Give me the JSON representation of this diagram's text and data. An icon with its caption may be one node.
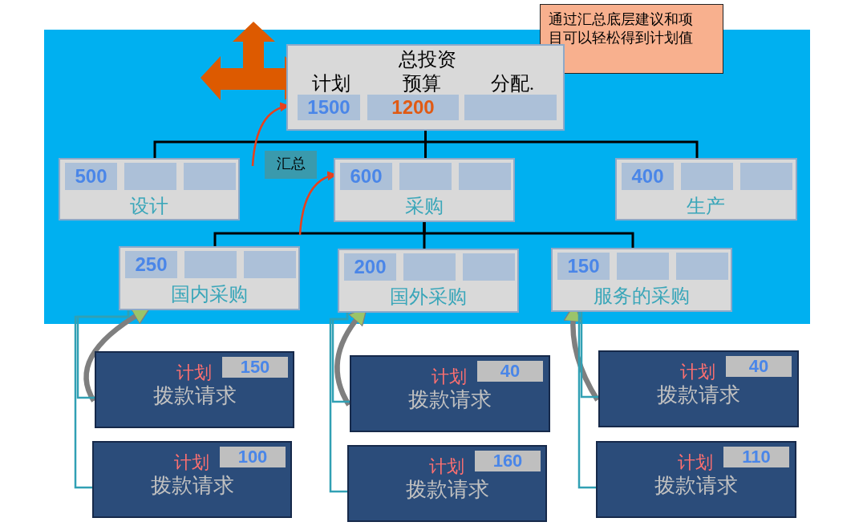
{
  "diagram": {
    "nodes": [
      {
        "text": [
          "通过汇总底层建议和项目可以轻松得到计划值"
        ]
      },
      {
        "text": [
          "总投资",
          "计划",
          "预算",
          "分配.",
          "1500",
          "1200"
        ]
      },
      {
        "text": [
          "500",
          "设计"
        ]
      },
      {
        "text": [
          "汇总"
        ]
      },
      {
        "text": [
          "600",
          "采购"
        ]
      },
      {
        "text": [
          "400",
          "生产"
        ]
      },
      {
        "text": [
          "250",
          "国内采购"
        ]
      },
      {
        "text": [
          "200",
          "国外采购"
        ]
      },
      {
        "text": [
          "150",
          "服务的采购"
        ]
      },
      {
        "text": [
          "计划",
          "150",
          "拨款请求"
        ]
      },
      {
        "text": [
          "计划",
          "40",
          "拨款请求"
        ]
      },
      {
        "text": [
          "计划",
          "40",
          "拨款请求"
        ]
      },
      {
        "text": [
          "计划",
          "100",
          "拨款请求"
        ]
      },
      {
        "text": [
          "计划",
          "160",
          "拨款请求"
        ]
      },
      {
        "text": [
          "计划",
          "110",
          "拨款请求"
        ]
      }
    ],
    "edges": [
      {
        "from": 1,
        "to": 2,
        "arrow": "none"
      },
      {
        "from": 1,
        "to": 4,
        "arrow": "none"
      },
      {
        "from": 1,
        "to": 5,
        "arrow": "none"
      },
      {
        "from": 4,
        "to": 6,
        "arrow": "none"
      },
      {
        "from": 4,
        "to": 7,
        "arrow": "none"
      },
      {
        "from": 4,
        "to": 8,
        "arrow": "none"
      },
      {
        "from": null,
        "to": 1,
        "arrow": "to",
        "color": "#e8401c"
      },
      {
        "from": null,
        "to": 4,
        "arrow": "to",
        "color": "#e8401c"
      },
      {
        "from": 9,
        "to": 6,
        "arrow": "to",
        "style": "thick",
        "color": "#7f7f7f"
      },
      {
        "from": 10,
        "to": 7,
        "arrow": "to",
        "style": "thick",
        "color": "#7f7f7f"
      },
      {
        "from": 11,
        "to": 8,
        "arrow": "to",
        "style": "thick",
        "color": "#7f7f7f"
      },
      {
        "from": 9,
        "to": 6,
        "arrow": "none",
        "color": "#31a0b4"
      },
      {
        "from": 12,
        "to": 6,
        "arrow": "none",
        "color": "#31a0b4"
      },
      {
        "from": 10,
        "to": 7,
        "arrow": "none",
        "color": "#31a0b4"
      },
      {
        "from": 13,
        "to": 7,
        "arrow": "none",
        "color": "#31a0b4"
      },
      {
        "from": 11,
        "to": 8,
        "arrow": "none",
        "color": "#31a0b4"
      },
      {
        "from": 14,
        "to": 8,
        "arrow": "none",
        "color": "#31a0b4"
      }
    ]
  }
}
